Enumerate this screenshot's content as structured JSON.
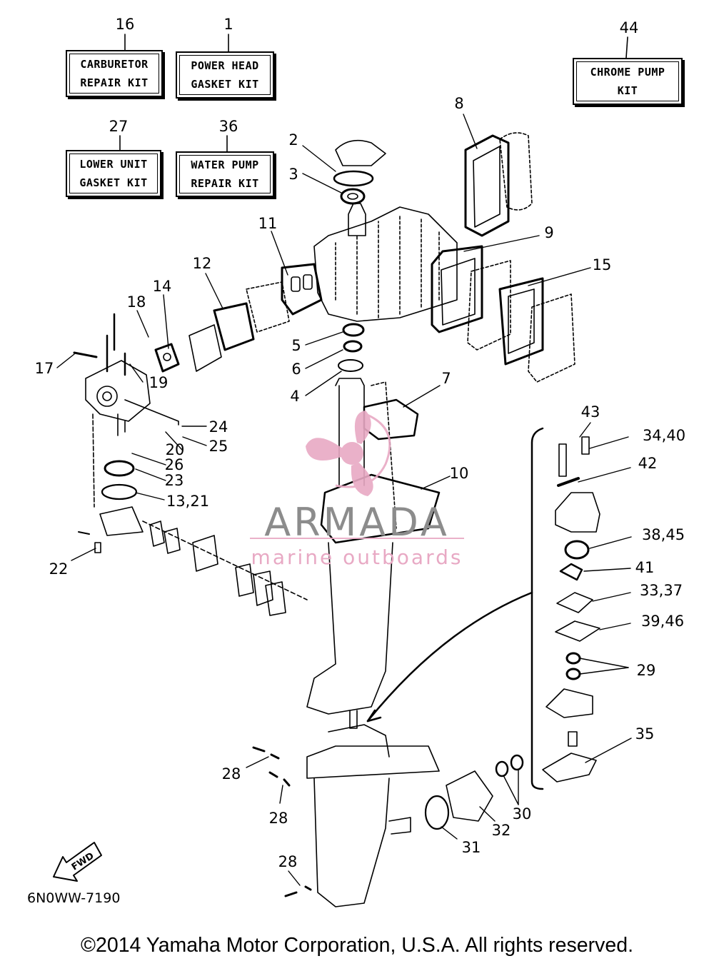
{
  "kits": [
    {
      "number": "16",
      "line1": "CARBURETOR",
      "line2": "REPAIR KIT"
    },
    {
      "number": "1",
      "line1": "POWER HEAD",
      "line2": "GASKET KIT"
    },
    {
      "number": "44",
      "line1": "CHROME PUMP",
      "line2": "KIT"
    },
    {
      "number": "27",
      "line1": "LOWER UNIT",
      "line2": "GASKET KIT"
    },
    {
      "number": "36",
      "line1": "WATER PUMP",
      "line2": "REPAIR KIT"
    }
  ],
  "callouts": [
    "2",
    "3",
    "8",
    "11",
    "9",
    "12",
    "15",
    "14",
    "18",
    "5",
    "17",
    "19",
    "6",
    "4",
    "7",
    "24",
    "43",
    "34,40",
    "20",
    "25",
    "26",
    "42",
    "23",
    "10",
    "13,21",
    "38,45",
    "22",
    "41",
    "33,37",
    "39,46",
    "29",
    "35",
    "28",
    "28",
    "30",
    "32",
    "31",
    "28"
  ],
  "watermark": {
    "brand": "ARMADA",
    "tagline": "marine outboards",
    "accent": "#e8a9c4"
  },
  "fwd_label": "FWD",
  "diagram_code": "6N0WW-7190",
  "copyright": "©2014 Yamaha Motor Corporation, U.S.A. All rights reserved."
}
